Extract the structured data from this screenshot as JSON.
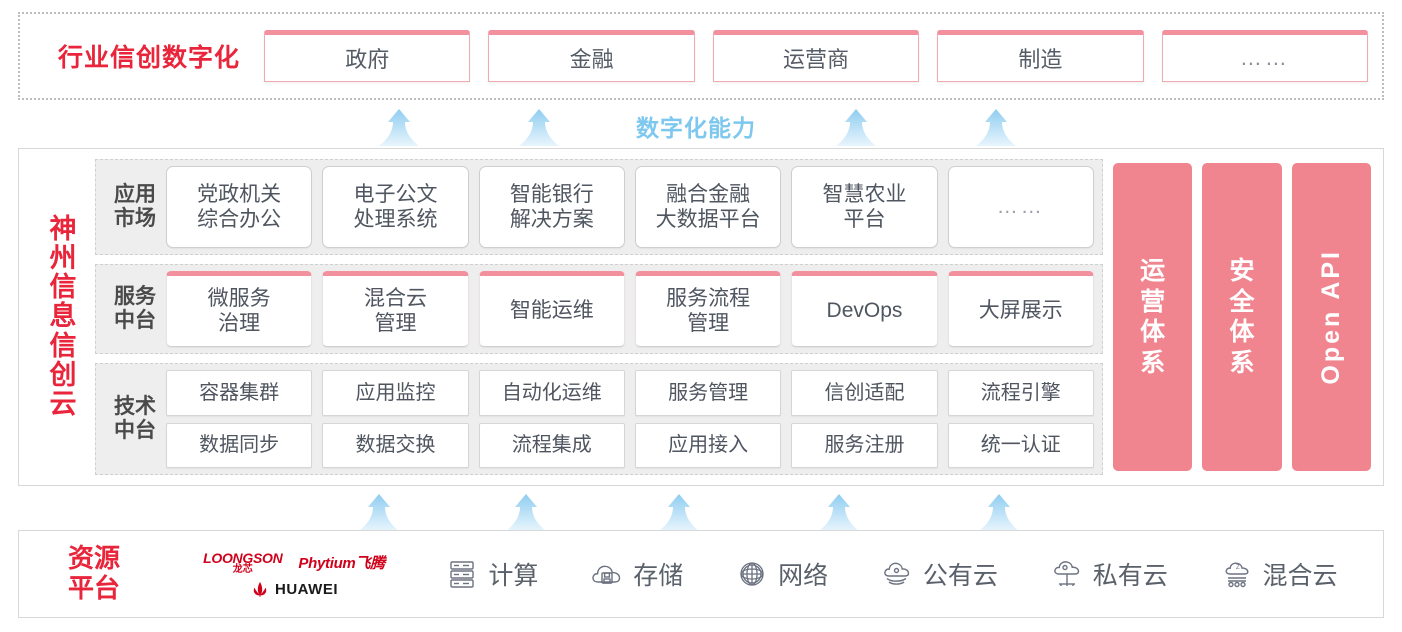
{
  "industry": {
    "title": "行业信创数字化",
    "cards": [
      {
        "label": "政府"
      },
      {
        "label": "金融"
      },
      {
        "label": "运营商"
      },
      {
        "label": "制造"
      },
      {
        "label": "……"
      }
    ]
  },
  "capability": {
    "label": "数字化能力",
    "color": "#7ec8ef",
    "top_arrow_count": 4,
    "bottom_arrow_count": 5
  },
  "cloud": {
    "title_chars": [
      "神",
      "州",
      "信",
      "息",
      "信",
      "创",
      "云"
    ],
    "tiers": [
      {
        "label_chars": [
          "应用",
          "市场"
        ],
        "cards": [
          {
            "label": "党政机关\n综合办公"
          },
          {
            "label": "电子公文\n处理系统"
          },
          {
            "label": "智能银行\n解决方案"
          },
          {
            "label": "融合金融\n大数据平台"
          },
          {
            "label": "智慧农业\n平台"
          },
          {
            "label": "……"
          }
        ]
      },
      {
        "label_chars": [
          "服务",
          "中台"
        ],
        "cards": [
          {
            "label": "微服务\n治理",
            "accent": true
          },
          {
            "label": "混合云\n管理",
            "accent": true
          },
          {
            "label": "智能运维",
            "accent": false
          },
          {
            "label": "服务流程\n管理",
            "accent": true
          },
          {
            "label": "DevOps",
            "accent": true
          },
          {
            "label": "大屏展示",
            "accent": true
          }
        ]
      },
      {
        "label_chars": [
          "技术",
          "中台"
        ],
        "rows": [
          [
            "容器集群",
            "应用监控",
            "自动化运维",
            "服务管理",
            "信创适配",
            "流程引擎"
          ],
          [
            "数据同步",
            "数据交换",
            "流程集成",
            "应用接入",
            "服务注册",
            "统一认证"
          ]
        ]
      }
    ],
    "pillars": [
      {
        "text_chars": [
          "运",
          "营",
          "体",
          "系"
        ],
        "rotated": false
      },
      {
        "text_chars": [
          "安",
          "全",
          "体",
          "系"
        ],
        "rotated": false
      },
      {
        "text": "Open API",
        "rotated": true
      }
    ],
    "pillar_color": "#f0858f"
  },
  "resource": {
    "title_chars": [
      "资源",
      "平台"
    ],
    "vendors": [
      {
        "name": "LOONGSON",
        "cn": "龙芯"
      },
      {
        "name": "Phytium飞腾"
      },
      {
        "name": "HUAWEI"
      }
    ],
    "items": [
      {
        "label": "计算",
        "icon": "server-rack-icon"
      },
      {
        "label": "存储",
        "icon": "cloud-storage-icon"
      },
      {
        "label": "网络",
        "icon": "network-icon"
      },
      {
        "label": "公有云",
        "icon": "public-cloud-icon"
      },
      {
        "label": "私有云",
        "icon": "private-cloud-icon"
      },
      {
        "label": "混合云",
        "icon": "hybrid-cloud-icon"
      }
    ]
  },
  "colors": {
    "brand_red": "#e8253a",
    "pink": "#f0858f",
    "arrow_blue": "#aedcf5"
  }
}
